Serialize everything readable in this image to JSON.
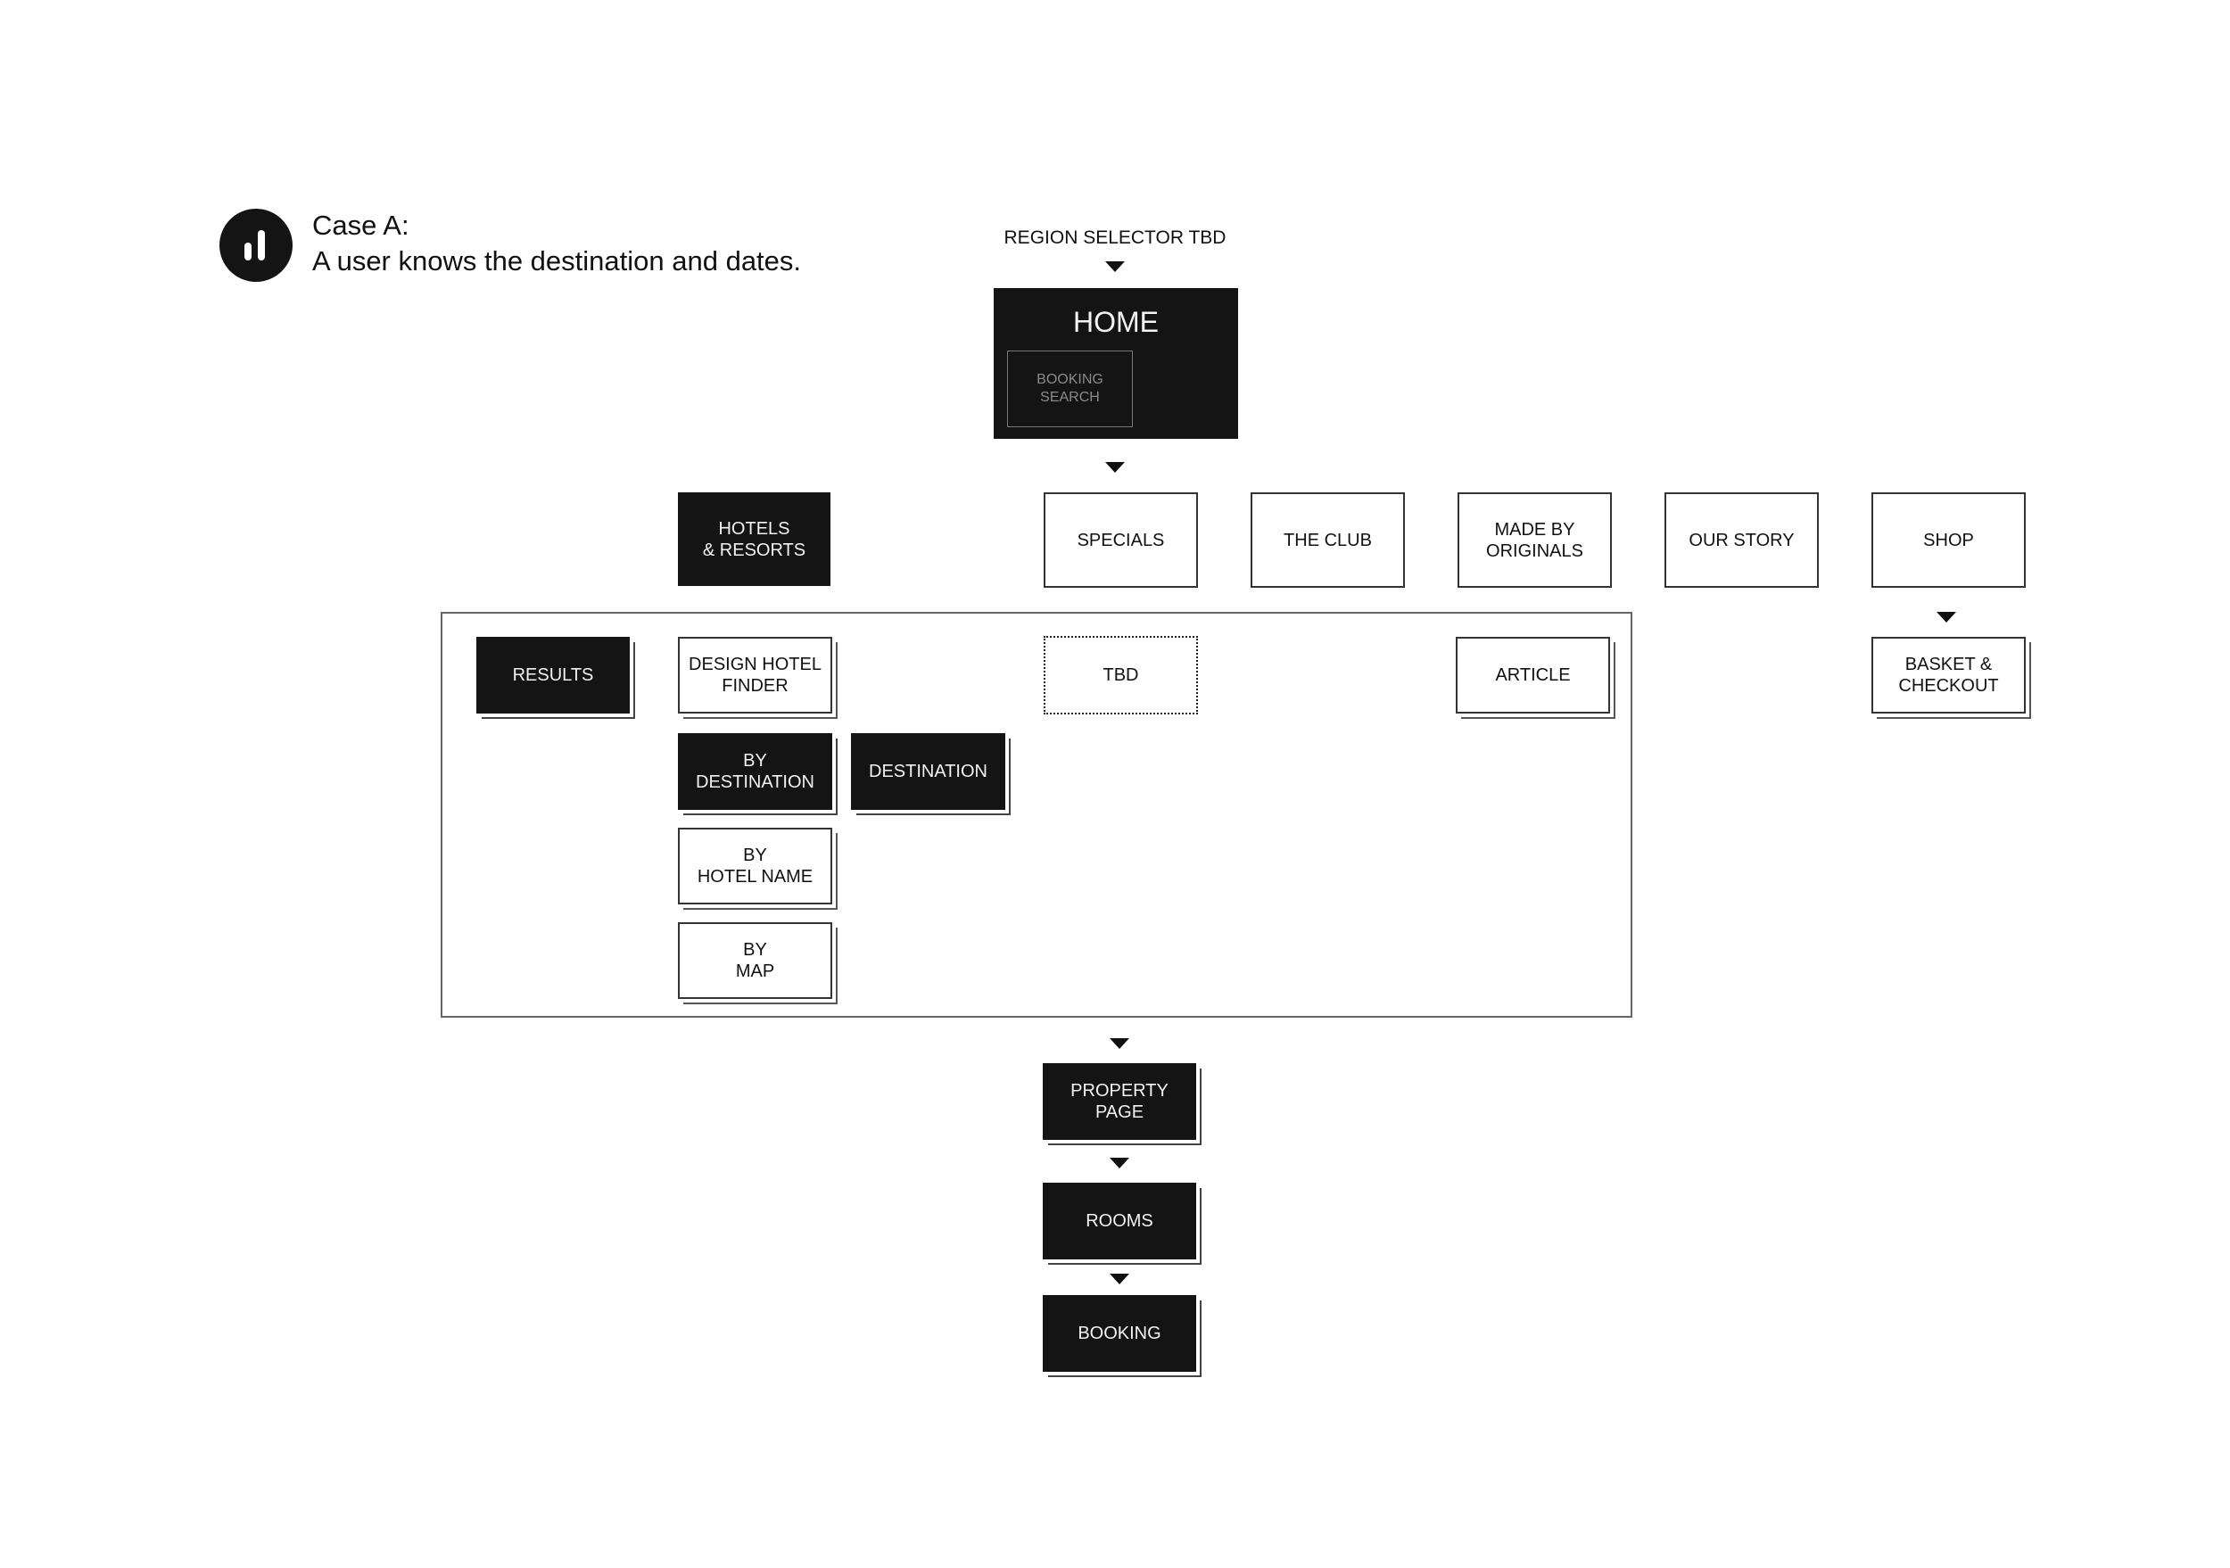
{
  "header": {
    "case_title": "Case A:",
    "case_subtitle": "A user knows the destination and dates.",
    "icon": "bar-chart-icon"
  },
  "region_selector": "REGION SELECTOR TBD",
  "home": {
    "title": "HOME",
    "booking_search": "BOOKING\nSEARCH"
  },
  "nav": {
    "hotels_resorts": "HOTELS\n& RESORTS",
    "specials": "SPECIALS",
    "the_club": "THE CLUB",
    "made_by_originals": "MADE BY\nORIGINALS",
    "our_story": "OUR STORY",
    "shop": "SHOP"
  },
  "sub": {
    "results": "RESULTS",
    "design_hotel_finder": "DESIGN HOTEL\nFINDER",
    "by_destination": "BY\nDESTINATION",
    "destination": "DESTINATION",
    "by_hotel_name": "BY\nHOTEL NAME",
    "by_map": "BY\nMAP",
    "tbd": "TBD",
    "article": "ARTICLE",
    "basket_checkout": "BASKET &\nCHECKOUT"
  },
  "flow": {
    "property_page": "PROPERTY\nPAGE",
    "rooms": "ROOMS",
    "booking": "BOOKING"
  },
  "colors": {
    "dark": "#141414",
    "light": "#ffffff",
    "border": "#333333"
  }
}
